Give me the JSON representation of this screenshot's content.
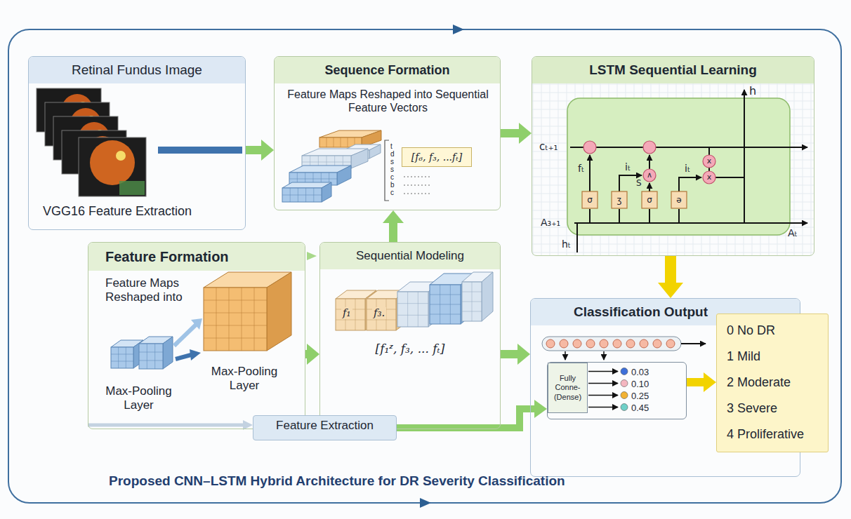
{
  "diagram": {
    "caption": "Proposed CNN–LSTM Hybrid Architecture for DR Severity Classification",
    "nodes": [
      {
        "text": [
          "Retinal Fundus Image",
          "VGG16 Feature Extraction"
        ]
      },
      {
        "text": [
          "Sequence Formation",
          "Feature Maps Reshaped into Sequential Feature Vectors"
        ]
      },
      {
        "text": [
          "LSTM Sequential Learning"
        ]
      },
      {
        "text": [
          "Feature Formation",
          "Feature Maps Reshaped into"
        ]
      },
      {
        "text": [
          "Sequential Modeling"
        ]
      },
      {
        "text": [
          "Feature Extraction"
        ]
      },
      {
        "text": [
          "Classification Output"
        ]
      },
      {
        "text": [
          "Fully Conne- (Dense)",
          "0.03",
          "0.10",
          "0.25",
          "0.45"
        ],
        "in": 6
      },
      {
        "text": [
          "0 No DR",
          "1 Mild",
          "2 Moderate",
          "3 Severe",
          "4 Proliferative"
        ]
      }
    ],
    "edges": [
      {
        "from": 0,
        "to": 1,
        "arrow": "to"
      },
      {
        "from": 1,
        "to": 2,
        "arrow": "to"
      },
      {
        "from": 4,
        "to": 1,
        "arrow": "to"
      },
      {
        "from": 3,
        "to": 4,
        "arrow": "to"
      },
      {
        "from": 2,
        "to": 6,
        "arrow": "to"
      },
      {
        "from": 4,
        "to": 6,
        "arrow": "to"
      },
      {
        "from": 3,
        "to": 5,
        "arrow": "to"
      },
      {
        "from": 5,
        "to": 7,
        "arrow": "to"
      },
      {
        "from": 7,
        "to": 8,
        "arrow": "to"
      }
    ],
    "labels": [
      "[f₆, f₃, ...fₜ]",
      "t d s s c b c",
      "h",
      "cₜ₊₁",
      "fₜ",
      "iₜ",
      "S",
      "iₜ",
      "A₃₊₁",
      "Aₜ",
      "hₜ",
      "σ",
      "ʒ",
      "σ",
      "ə",
      "∧",
      "x",
      "x",
      "Max-Pooling Layer",
      "Max-Pooling Layer",
      "f₁",
      "f₃.",
      "[f₁ᶻ, f₃, ... fₜ]"
    ]
  }
}
